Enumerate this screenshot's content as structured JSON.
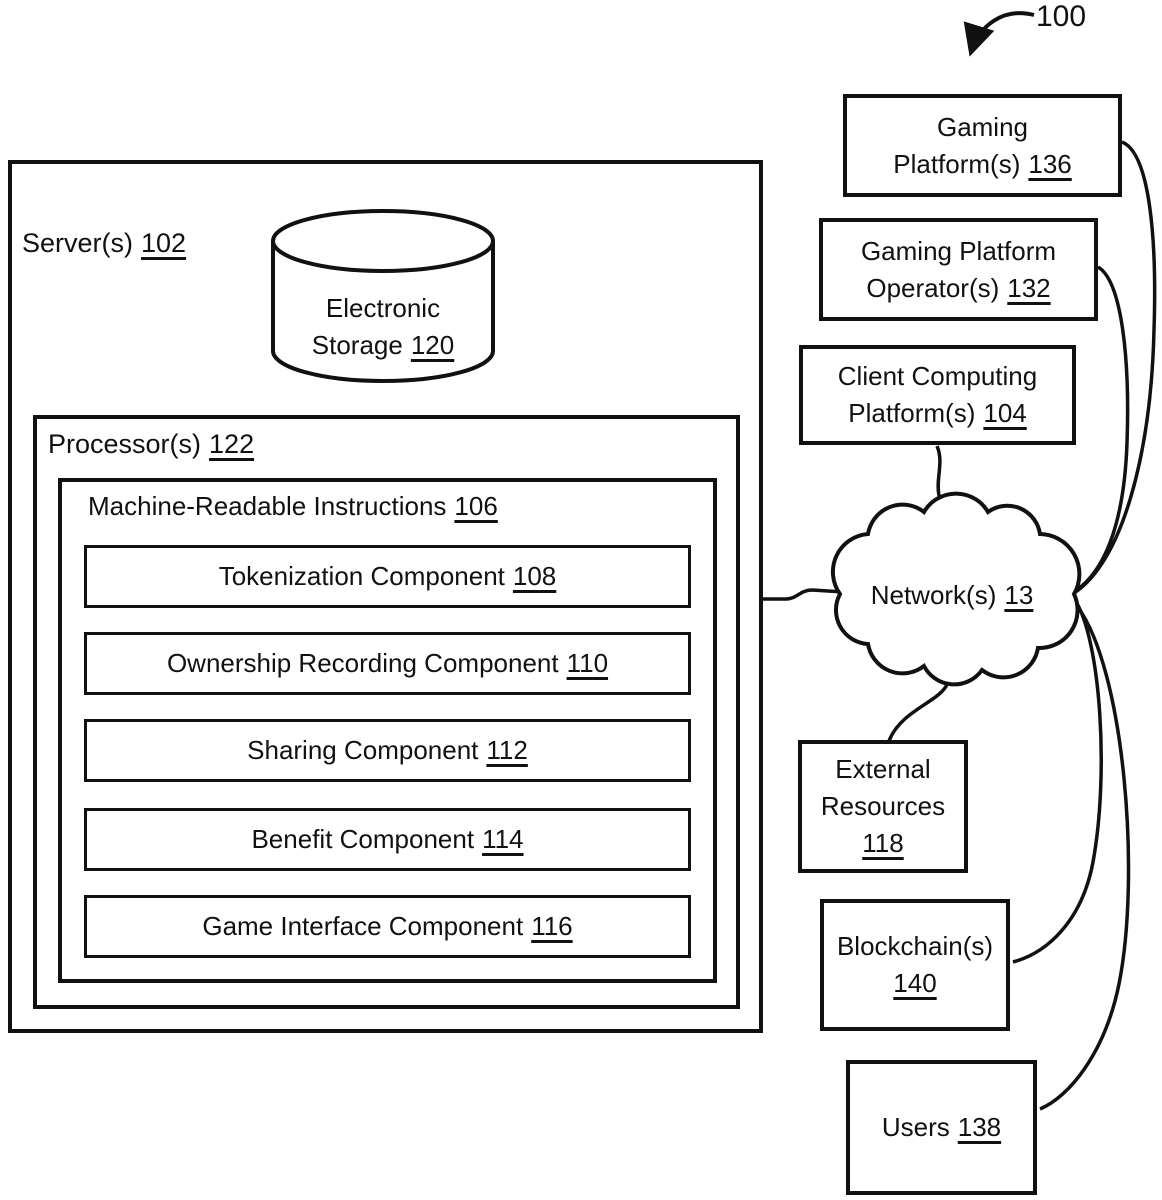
{
  "figure": {
    "ref_label": "100"
  },
  "server": {
    "label": "Server(s)",
    "ref": "102",
    "storage": {
      "line1": "Electronic",
      "line2": "Storage",
      "ref": "120"
    },
    "processor": {
      "label": "Processor(s)",
      "ref": "122",
      "instructions": {
        "label": "Machine-Readable Instructions",
        "ref": "106",
        "components": [
          {
            "label": "Tokenization Component",
            "ref": "108"
          },
          {
            "label": "Ownership Recording Component",
            "ref": "110"
          },
          {
            "label": "Sharing Component",
            "ref": "112"
          },
          {
            "label": "Benefit Component",
            "ref": "114"
          },
          {
            "label": "Game Interface Component",
            "ref": "116"
          }
        ]
      }
    }
  },
  "network": {
    "label": "Network(s)",
    "ref": "13"
  },
  "nodes": {
    "gaming_platforms": {
      "line1": "Gaming",
      "line2": "Platform(s)",
      "ref": "136"
    },
    "gaming_platform_operators": {
      "line1": "Gaming Platform",
      "line2": "Operator(s)",
      "ref": "132"
    },
    "client_computing_platforms": {
      "line1": "Client Computing",
      "line2": "Platform(s)",
      "ref": "104"
    },
    "external_resources": {
      "line1": "External",
      "line2": "Resources",
      "ref": "118"
    },
    "blockchains": {
      "line1": "Blockchain(s)",
      "ref": "140"
    },
    "users": {
      "line1": "Users",
      "ref": "138"
    }
  },
  "colors": {
    "line": "#111111",
    "background": "#ffffff"
  }
}
